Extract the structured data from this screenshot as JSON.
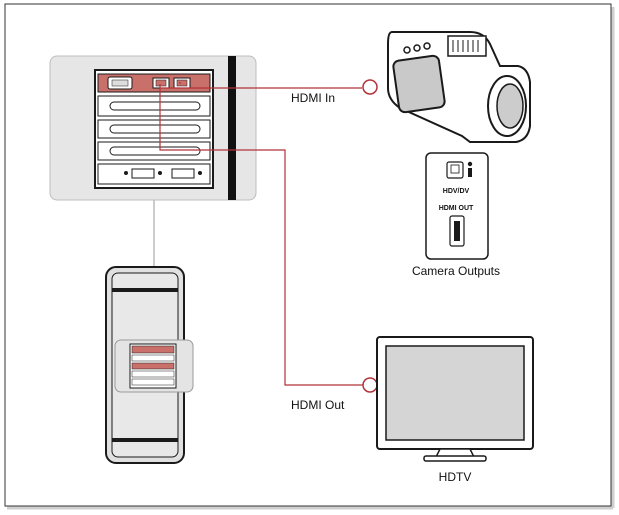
{
  "labels": {
    "hdmi_in": "HDMI In",
    "hdmi_out": "HDMI Out",
    "camera_outputs": "Camera Outputs",
    "hdv_dv": "HDV/DV",
    "hdmi_out_port": "HDMI OUT",
    "hdtv": "HDTV"
  },
  "colors": {
    "cable": "#b2323a",
    "port_highlight": "#c9706a",
    "panel_bg": "#e6e6e6",
    "outline": "#1a1a1a"
  },
  "icons": [
    "computer-tower-icon",
    "pci-card-icon",
    "camcorder-icon",
    "firewire-port-icon",
    "hdmi-port-icon",
    "hdtv-monitor-icon"
  ]
}
